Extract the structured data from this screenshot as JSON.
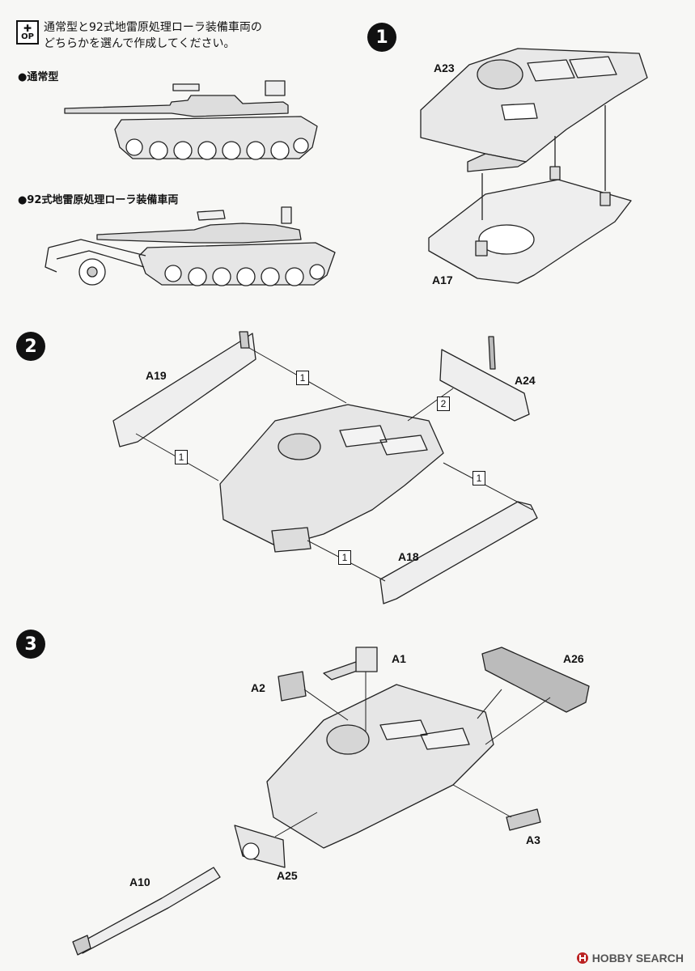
{
  "header": {
    "op_label": "OP",
    "text_line1": "通常型と92式地雷原処理ローラ装備車両の",
    "text_line2": "どちらかを選んで作成してください。"
  },
  "variants": [
    {
      "label": "●通常型"
    },
    {
      "label": "●92式地雷原処理ローラ装備車両"
    }
  ],
  "steps": [
    {
      "number": "1",
      "parts": [
        "A23",
        "A17"
      ]
    },
    {
      "number": "2",
      "parts": [
        "A19",
        "A24",
        "A18"
      ],
      "sub_numbers": [
        "1",
        "2",
        "1",
        "1",
        "1"
      ]
    },
    {
      "number": "3",
      "parts": [
        "A1",
        "A2",
        "A26",
        "A3",
        "A10",
        "A25"
      ]
    }
  ],
  "watermark": {
    "icon": "hobby-search-logo",
    "text": "HOBBY SEARCH"
  }
}
